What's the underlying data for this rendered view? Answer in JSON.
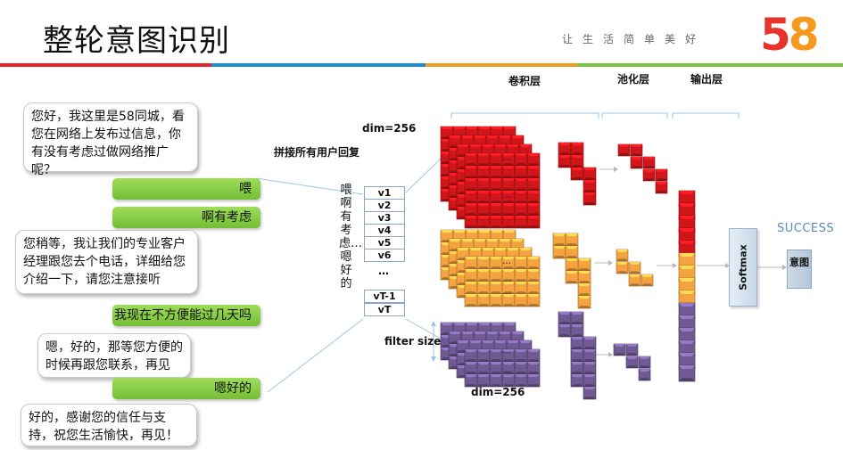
{
  "header": {
    "title": "整轮意图识别",
    "slogan": "让生活简单美好",
    "logo": {
      "five": "5",
      "eight": "8"
    }
  },
  "colors": {
    "red": "#d0161a",
    "orange": "#f5a340",
    "purple": "#6f5a93",
    "green": "#7cc23d",
    "blue": "#2f8fcf",
    "bar_red": "#e2232a",
    "bar_orange": "#f29a1f",
    "bar_blue": "#1b8bd3"
  },
  "conversation": [
    {
      "side": "left",
      "text": "您好，我这里是58同城，看您在网络上发布过信息，你有没有考虑过做网络推广呢？"
    },
    {
      "side": "right",
      "text": "喂"
    },
    {
      "side": "right",
      "text": "啊有考虑"
    },
    {
      "side": "left",
      "text": "您稍等，我让我们的专业客户经理跟您去个电话，详细给您介绍一下，请您注意接听"
    },
    {
      "side": "right",
      "text": "我现在不方便能过几天吗"
    },
    {
      "side": "left",
      "text": "嗯，好的，那等您方便的时候再跟您联系，再见"
    },
    {
      "side": "right",
      "text": "嗯好的"
    },
    {
      "side": "left",
      "text": "好的，感谢您的信任与支持，祝您生活愉快，再见！"
    }
  ],
  "labels": {
    "concat": "拼接所有用户回复",
    "dim_top": "dim=256",
    "dim_bottom": "dim=256",
    "filter_size": "filter size",
    "conv_layer": "卷积层",
    "pool_layer": "池化层",
    "output_layer": "输出层",
    "softmax": "Softmax",
    "intent": "意图",
    "success": "SUCCESS"
  },
  "vector_chars": "喂啊有考虑…嗯好的",
  "vectors": [
    "v1",
    "v2",
    "v3",
    "v4",
    "v5",
    "v6",
    "…",
    "vT-1",
    "vT"
  ],
  "ellipsis": "…"
}
